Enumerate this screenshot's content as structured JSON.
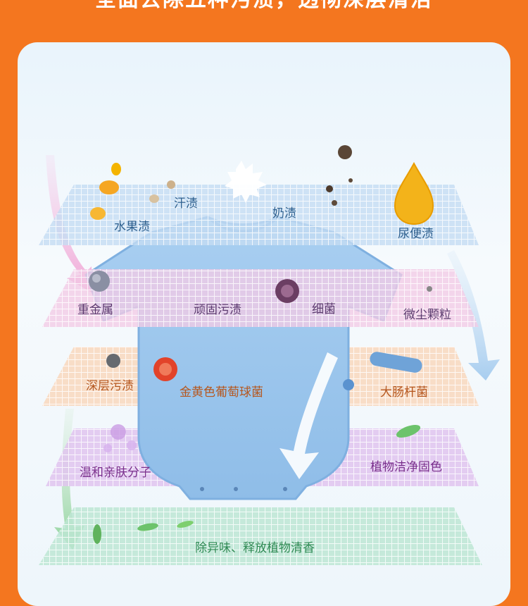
{
  "headline": "全面去除五种污渍，透彻深层清洁",
  "layers": {
    "top": {
      "labels": [
        "水果渍",
        "汗渍",
        "奶渍",
        "尿便渍"
      ]
    },
    "second": {
      "labels": [
        "重金属",
        "顽固污渍",
        "细菌",
        "微尘颗粒"
      ]
    },
    "third": {
      "labels": [
        "深层污渍",
        "金黄色葡萄球菌",
        "大肠杆菌"
      ]
    },
    "fourth": {
      "labels": [
        "温和亲肤分子",
        "植物洁净固色"
      ]
    },
    "bottom": {
      "labels": [
        "除异味、释放植物清香"
      ]
    }
  },
  "colors": {
    "background": "#f4761f",
    "card": "#eef6fb",
    "layer1": "#9fc3ea",
    "layer2": "#e6a9d6",
    "layer3": "#f4c39a",
    "layer4": "#d2a8e6",
    "layer5": "#a9dcc6",
    "onesie": "#9cc6ee"
  },
  "icons": [
    "fruit-icon",
    "sweat-drop-icon",
    "milk-splash-icon",
    "dirt-particles-icon",
    "oil-drop-icon",
    "heavy-metal-icon",
    "bacteria-icon",
    "dust-icon",
    "deep-stain-icon",
    "staph-bacteria-icon",
    "e-coli-icon",
    "bubbles-icon",
    "leaf-icon",
    "baby-onesie-icon"
  ]
}
